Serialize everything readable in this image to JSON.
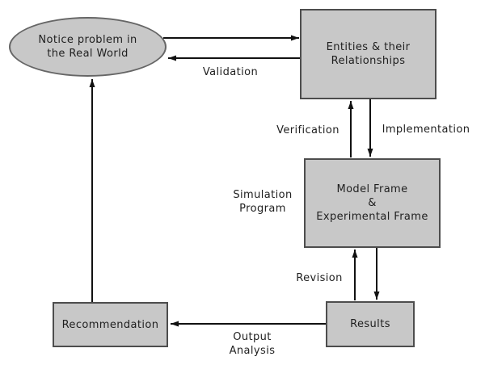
{
  "diagram": {
    "nodes": {
      "real_world": {
        "label": "Notice problem in\nthe Real World"
      },
      "entities": {
        "label": "Entities & their\nRelationships"
      },
      "model_frame": {
        "label": "Model Frame\n&\nExperimental Frame"
      },
      "results": {
        "label": "Results"
      },
      "recommendation": {
        "label": "Recommendation"
      }
    },
    "edge_labels": {
      "validation": "Validation",
      "verification": "Verification",
      "implementation": "Implementation",
      "simulation_program": "Simulation\nProgram",
      "revision": "Revision",
      "output_analysis": "Output\nAnalysis"
    },
    "colors": {
      "node_fill": "#c8c8c8",
      "node_border": "#4d4d4d",
      "ellipse_border": "#666666",
      "arrow": "#111111",
      "text": "#1f1f1f",
      "background": "#ffffff"
    }
  }
}
